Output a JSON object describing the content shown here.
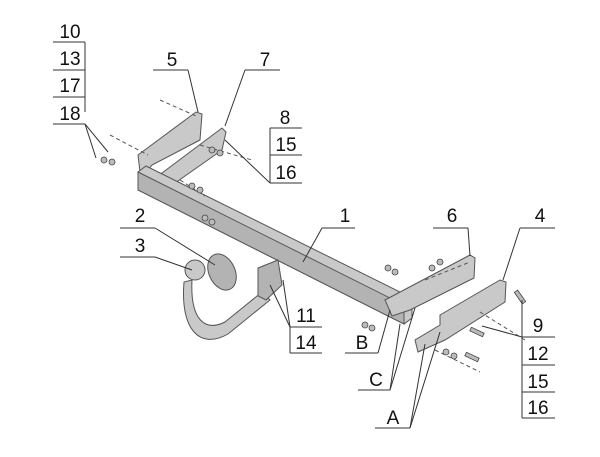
{
  "title": "Tow bar assembly exploded diagram",
  "labels": {
    "l1": "1",
    "l2": "2",
    "l3": "3",
    "l4": "4",
    "l5": "5",
    "l6": "6",
    "l7": "7",
    "stack_left": [
      "10",
      "13",
      "17",
      "18"
    ],
    "stack_8": [
      "8",
      "15",
      "16"
    ],
    "stack_11": [
      "11",
      "14"
    ],
    "stack_9": [
      "9",
      "12",
      "15",
      "16"
    ],
    "lA": "A",
    "lB": "B",
    "lC": "C"
  }
}
